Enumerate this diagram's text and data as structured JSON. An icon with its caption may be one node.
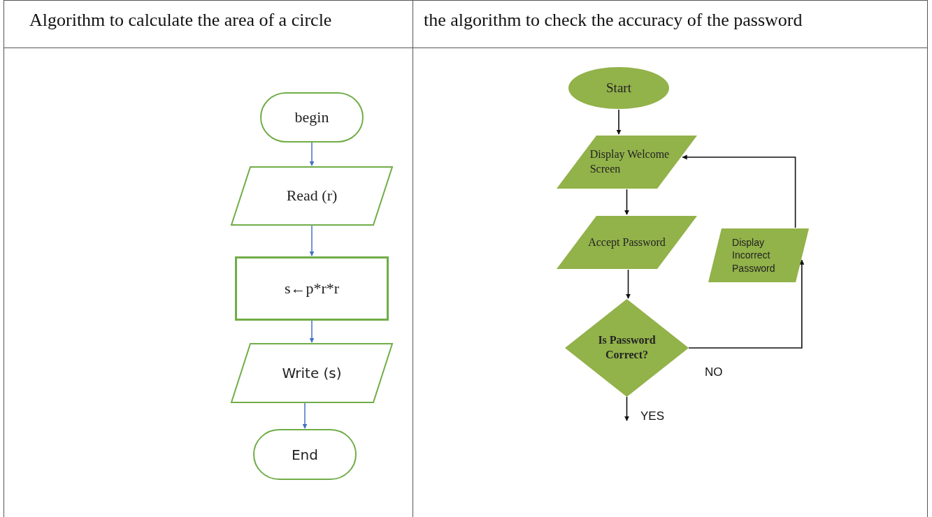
{
  "diagram": {
    "nodes": [
      {
        "text": [
          "begin"
        ]
      },
      {
        "text": [
          "Read (r)"
        ]
      },
      {
        "text": [
          "s←p*r*r"
        ]
      },
      {
        "text": [
          "Write (s)"
        ]
      },
      {
        "text": [
          "End"
        ]
      },
      {
        "text": [
          "Start"
        ]
      },
      {
        "text": [
          "Display Welcome Screen"
        ]
      },
      {
        "text": [
          "Accept Password"
        ]
      },
      {
        "text": [
          "Display Incorrect Password"
        ]
      },
      {
        "text": [
          "Is Password Correct?"
        ]
      }
    ],
    "edges": [
      {
        "from": 0,
        "to": 1,
        "arrow": "to",
        "color": "#4472c4"
      },
      {
        "from": 1,
        "to": 2,
        "arrow": "to",
        "color": "#4472c4"
      },
      {
        "from": 2,
        "to": 3,
        "arrow": "to",
        "color": "#4472c4"
      },
      {
        "from": 3,
        "to": 4,
        "arrow": "to",
        "color": "#4472c4"
      },
      {
        "from": 5,
        "to": 6,
        "arrow": "to"
      },
      {
        "from": 6,
        "to": 7,
        "arrow": "to"
      },
      {
        "from": 7,
        "to": 9,
        "arrow": "to"
      },
      {
        "from": 9,
        "to": 8,
        "arrow": "to",
        "label": "NO"
      },
      {
        "from": 8,
        "to": 6,
        "arrow": "to"
      },
      {
        "from": 9,
        "to": null,
        "arrow": "to",
        "label": "YES"
      }
    ],
    "labels": [
      "Algorithm to calculate the area of a circle",
      "the algorithm to check the accuracy of the password"
    ]
  }
}
